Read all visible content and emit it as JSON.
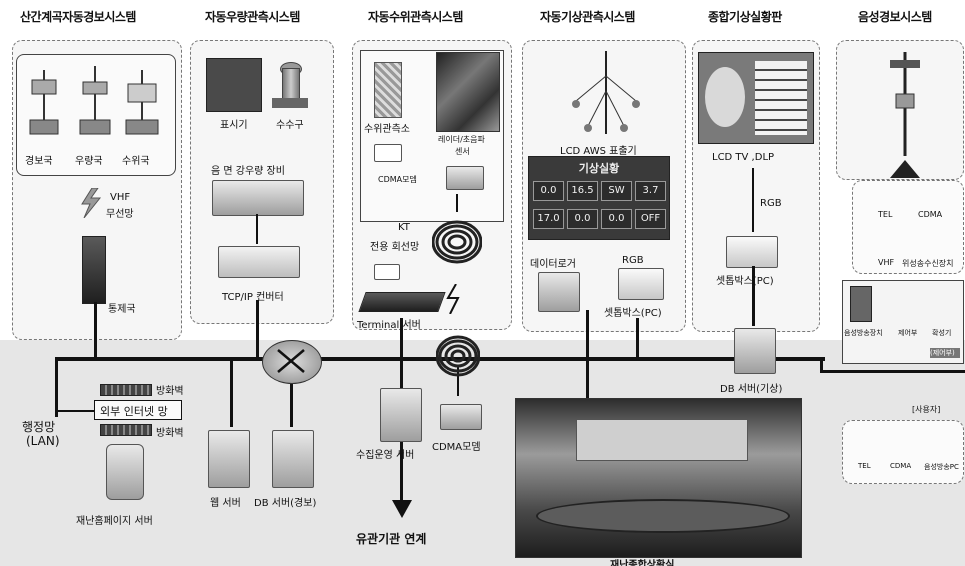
{
  "sections": {
    "mountain_title": "산간계곡자동경보시스템",
    "rain_title": "자동우량관측시스템",
    "water_title": "자동수위관측시스템",
    "weather_title": "자동기상관측시스템",
    "situation_title": "종합기상실황판",
    "voice_title": "음성경보시스템"
  },
  "mountain": {
    "station1": "경보국",
    "station2": "우량국",
    "station3": "수위국",
    "vhf_line1": "VHF",
    "vhf_line2": "무선망",
    "control": "통제국"
  },
  "rain": {
    "display": "표시기",
    "collector": "수수구",
    "equipment": "음 면 강우량 장비",
    "converter": "TCP/IP 컨버터"
  },
  "water": {
    "station": "수위관측소",
    "sensor_line1": "레이더/초음파",
    "sensor_line2": "센서",
    "cdma": "CDMA모뎀",
    "kt": "KT",
    "dedicated": "전용 회선망",
    "terminal": "Terminal 서버"
  },
  "weather": {
    "lcd_aws": "LCD AWS 표출기",
    "board_title": "기상실황",
    "board_row1": [
      "0.0",
      "16.5",
      "SW",
      "3.7"
    ],
    "board_row2": [
      "17.0",
      "0.0",
      "0.0",
      "OFF"
    ],
    "logger": "데이터로거",
    "rgb": "RGB",
    "settop": "셋톱박스(PC)"
  },
  "situation": {
    "lcd": "LCD TV ,DLP",
    "rgb": "RGB",
    "settop": "셋톱박스(PC)"
  },
  "voice": {
    "tel": "TEL",
    "cdma": "CDMA",
    "vhf": "VHF",
    "satellite": "위성송수신장치",
    "broadcast": "음성방송장치",
    "controller": "제어부",
    "speaker": "확성기",
    "control_box": "(제어부)",
    "user": "[사용자]",
    "tel2": "TEL",
    "cdma2": "CDMA",
    "pc": "음성방송PC"
  },
  "network": {
    "firewall1": "방화벽",
    "internet": "외부 인터넷 망",
    "firewall2": "방화벽",
    "admin_lan_line1": "행정망",
    "admin_lan_line2": "(LAN)",
    "homepage": "재난홈페이지 서버",
    "web": "웹 서버",
    "db_alarm": "DB 서버(경보)",
    "collector": "수집운영 서버",
    "cdma_modem": "CDMA모뎀",
    "related": "유관기관 연계",
    "situation_room": "재난종합상황실",
    "db_weather": "DB 서버(기상)"
  },
  "colors": {
    "background": "#ffffff",
    "panel": "#f6f6f6",
    "network_band": "#e6e6e6",
    "line": "#111111"
  }
}
